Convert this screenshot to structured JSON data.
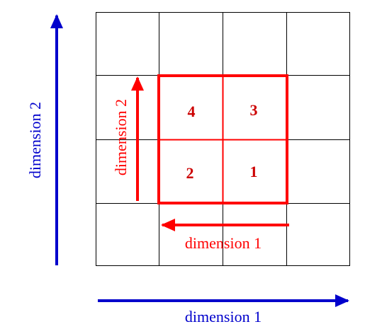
{
  "diagram": {
    "outer_grid": {
      "rows": 4,
      "cols": 4,
      "line_color": "#000000"
    },
    "inner_grid": {
      "rows": 2,
      "cols": 2,
      "color": "#ff0000",
      "cells": [
        {
          "label": "4"
        },
        {
          "label": "3"
        },
        {
          "label": "2"
        },
        {
          "label": "1"
        }
      ]
    },
    "outer_axes": {
      "color": "#0000cc",
      "horizontal_label": "dimension 1",
      "vertical_label": "dimension 2"
    },
    "inner_axes": {
      "color": "#ff0000",
      "horizontal_label": "dimension 1",
      "vertical_label": "dimension 2"
    }
  }
}
